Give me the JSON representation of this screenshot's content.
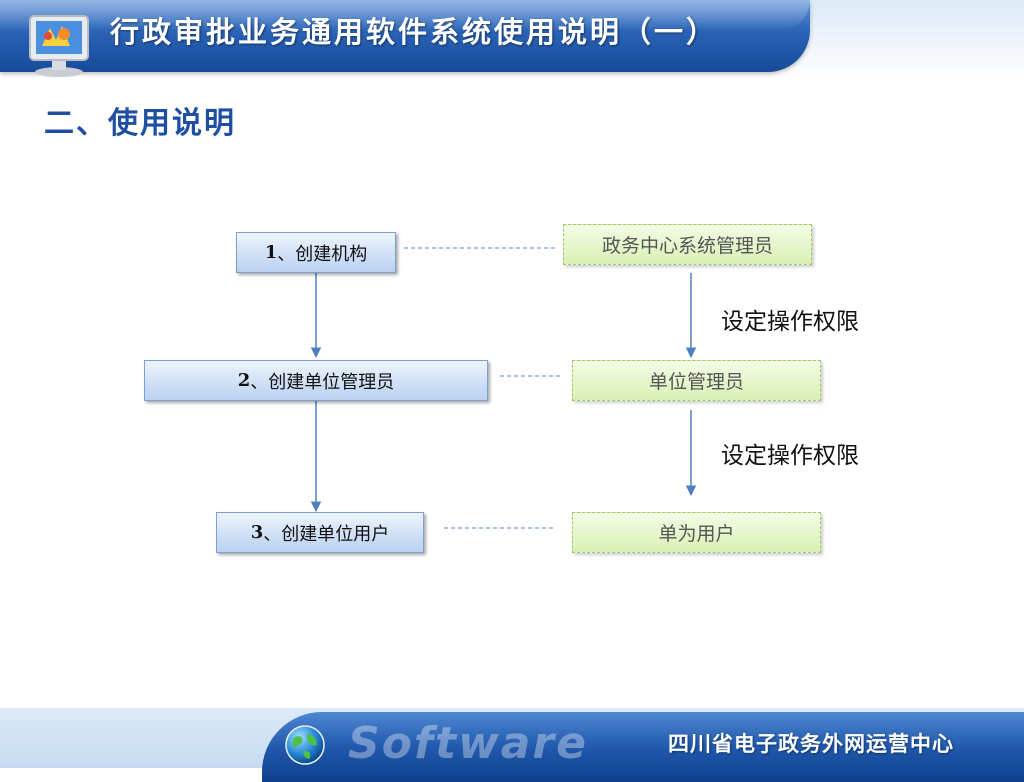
{
  "header": {
    "title": "行政审批业务通用软件系统使用说明（一）"
  },
  "section": {
    "title": "二、使用说明"
  },
  "diagram": {
    "steps": [
      {
        "num": "1",
        "label": "、创建机构"
      },
      {
        "num": "2",
        "label": "、创建单位管理员"
      },
      {
        "num": "3",
        "label": "、创建单位用户"
      }
    ],
    "roles": [
      {
        "label": "政务中心系统管理员"
      },
      {
        "label": "单位管理员"
      },
      {
        "label": "单为用户"
      }
    ],
    "permission_labels": [
      "设定操作权限",
      "设定操作权限"
    ],
    "colors": {
      "step_fill": "#b9d1f0",
      "role_fill": "#d9f0b4",
      "connector": "#4f7fbf"
    }
  },
  "footer": {
    "watermark": "Software",
    "organization": "四川省电子政务外网运营中心"
  }
}
